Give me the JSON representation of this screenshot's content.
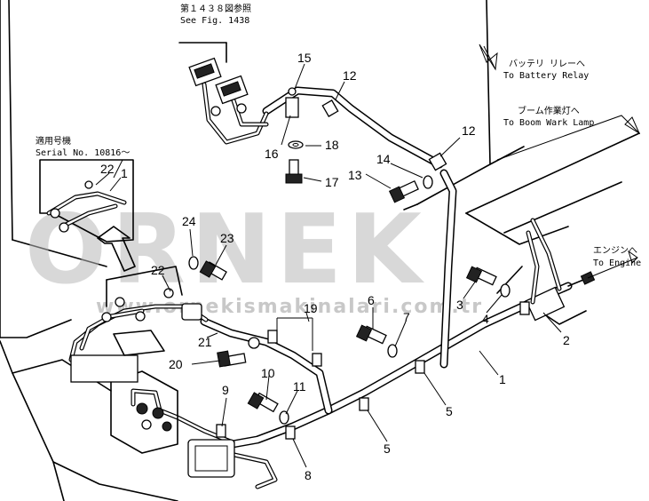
{
  "notes": {
    "see_fig_jp": "第１４３８図参照",
    "see_fig_en": "See Fig. 1438",
    "serial_jp": "適用号機",
    "serial_en": "Serial No. 10816～",
    "battery_jp": "バッテリ リレーへ",
    "battery_en": "To Battery Relay",
    "boom_jp": "ブーム作業灯へ",
    "boom_en": "To Boom Wark Lamp",
    "engine_jp": "エンジンへ",
    "engine_en": "To Engine"
  },
  "watermark": {
    "brand": "ORNEK",
    "url": "www.ornekismakinalari.com.tr"
  },
  "callouts": {
    "c1_main": "1",
    "c1_inset": "1",
    "c2": "2",
    "c3": "3",
    "c4": "4",
    "c5a": "5",
    "c5b": "5",
    "c6": "6",
    "c7": "7",
    "c8": "8",
    "c9": "9",
    "c10": "10",
    "c11": "11",
    "c12a": "12",
    "c12b": "12",
    "c13": "13",
    "c14": "14",
    "c15": "15",
    "c16": "16",
    "c17": "17",
    "c18": "18",
    "c19": "19",
    "c20": "20",
    "c21": "21",
    "c22_inset": "22",
    "c22_main": "22",
    "c23": "23",
    "c24": "24"
  }
}
